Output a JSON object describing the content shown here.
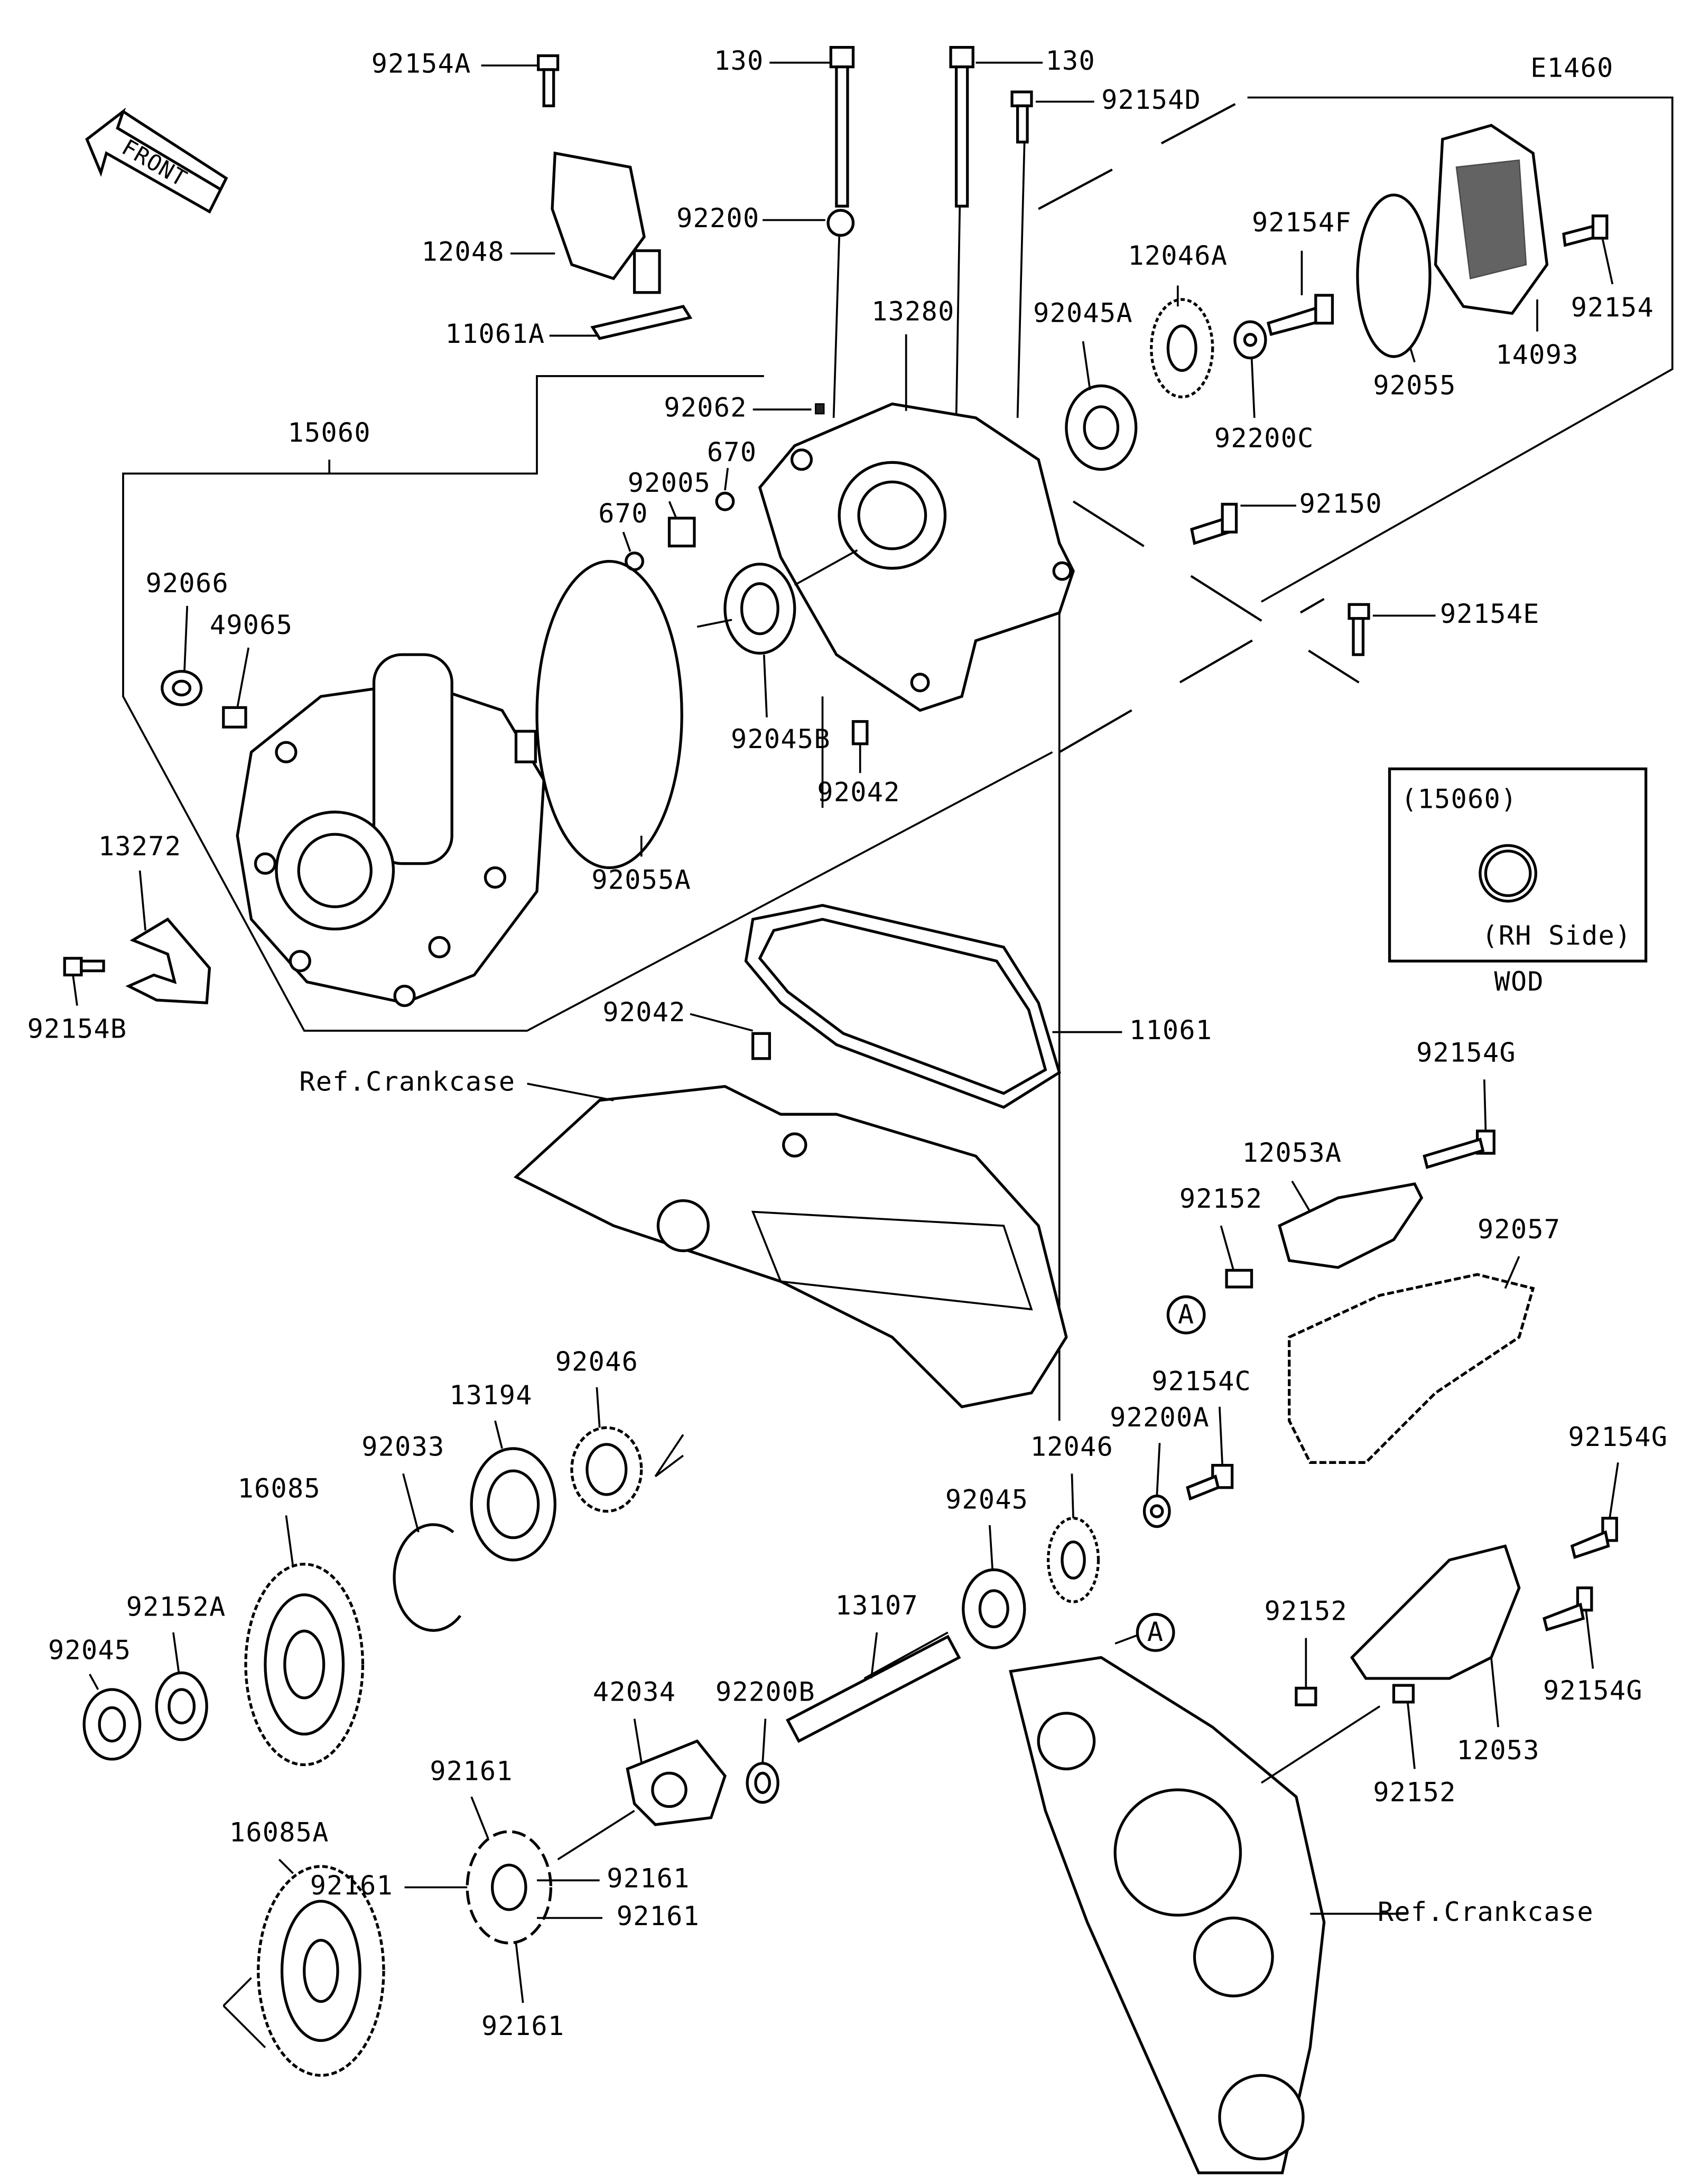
{
  "diagram_code": "E1460",
  "front_marker": "FRONT",
  "inset": {
    "ref": "(15060)",
    "note": "(RH Side)",
    "caption": "WOD"
  },
  "callout_letter": "A",
  "labels": [
    "92154A",
    "130",
    "130",
    "92154D",
    "12048",
    "92200",
    "11061A",
    "13280",
    "12046A",
    "92154F",
    "92045A",
    "92200C",
    "92055",
    "14093",
    "92154",
    "92062",
    "15060",
    "670",
    "92005",
    "670",
    "92150",
    "92066",
    "49065",
    "92154E",
    "92045B",
    "92042",
    "13272",
    "92055A",
    "92154B",
    "92042",
    "11061",
    "Ref.Crankcase",
    "92154G",
    "12053A",
    "92152",
    "92057",
    "92046",
    "13194",
    "92154C",
    "92200A",
    "92033",
    "12046",
    "16085",
    "92154G",
    "92045",
    "92152A",
    "13107",
    "92152",
    "92045",
    "92154G",
    "42034",
    "92200B",
    "12053",
    "92152",
    "92161",
    "16085A",
    "92161",
    "92161",
    "92161",
    "Ref.Crankcase",
    "92161"
  ]
}
